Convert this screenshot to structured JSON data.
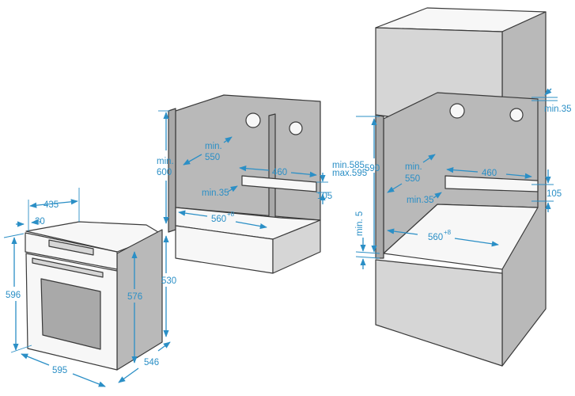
{
  "oven": {
    "depth_total": "435",
    "front_panel": "20",
    "height": "596",
    "side_height": "576",
    "inner_height": "530",
    "width": "595",
    "depth": "546"
  },
  "under_counter": {
    "height_label_min": "min.",
    "height_value": "600",
    "depth_label_min": "min.",
    "depth_value": "550",
    "vent_width": "460",
    "vent_height": "105",
    "gap": "min.35",
    "width_value": "560",
    "width_tolerance": "+8"
  },
  "tall_cabinet": {
    "top_gap": "min.35",
    "niche_min": "min.585",
    "niche_max": "max.595",
    "niche_height": "590",
    "depth_label_min": "min.",
    "depth_value": "550",
    "vent_width": "460",
    "vent_height": "105",
    "gap": "min.35",
    "bottom_gap": "min. 5",
    "width_value": "560",
    "width_tolerance": "+8"
  },
  "colors": {
    "dimension": "#2b8fc6",
    "panel": "#b9b9b9"
  }
}
